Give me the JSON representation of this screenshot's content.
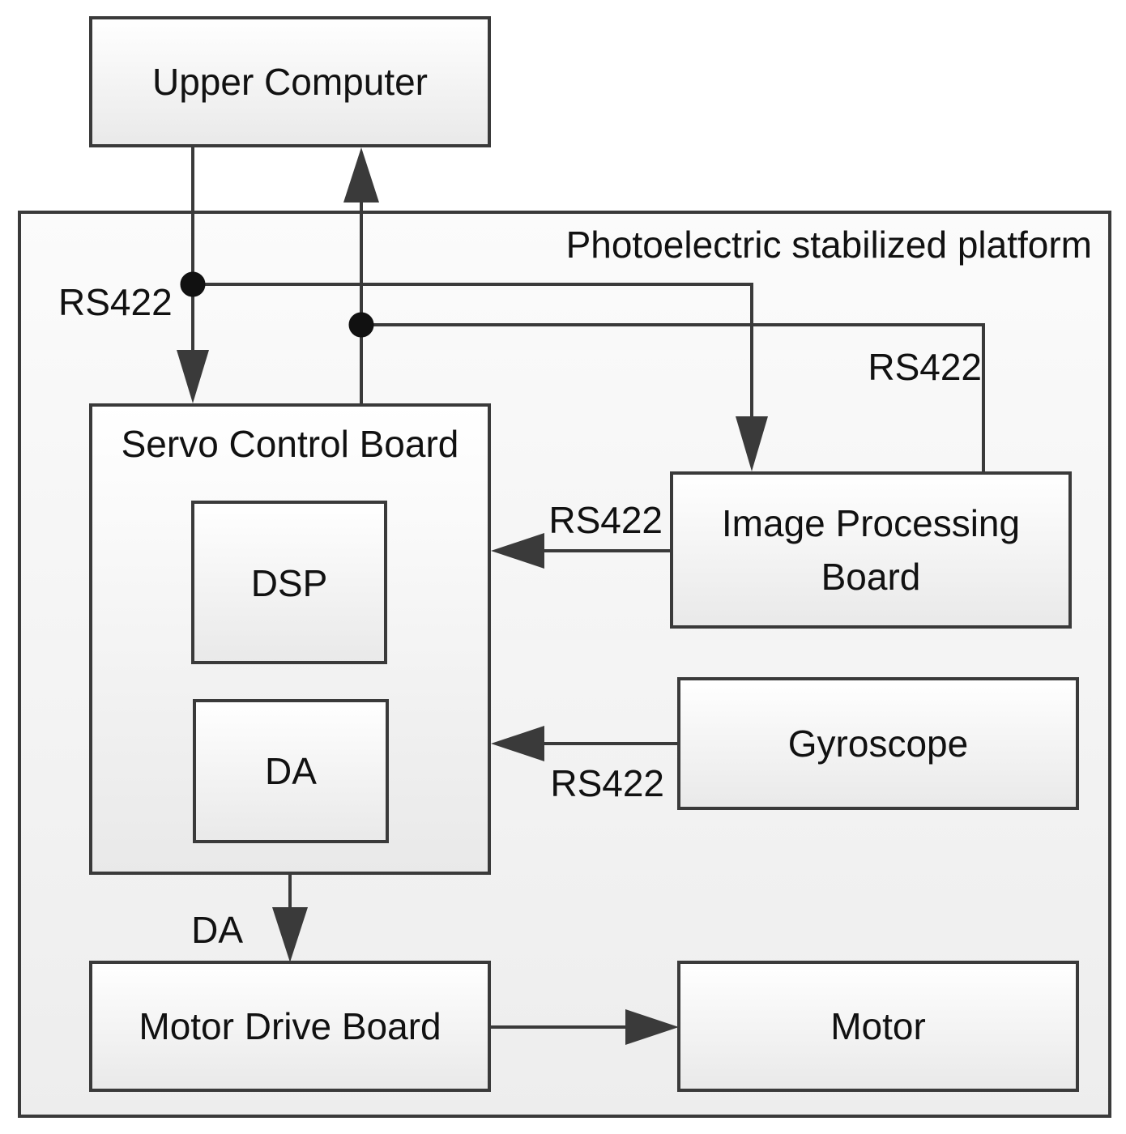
{
  "diagram": {
    "nodes": {
      "upper_computer": "Upper Computer",
      "platform": "Photoelectric stabilized platform",
      "servo_board": "Servo Control Board",
      "dsp": "DSP",
      "da_block": "DA",
      "image_board_line1": "Image Processing",
      "image_board_line2": "Board",
      "gyroscope": "Gyroscope",
      "motor_drive": "Motor Drive Board",
      "motor": "Motor"
    },
    "edge_labels": {
      "rs422_upper_to_servo": "RS422",
      "rs422_image_to_upper": "RS422",
      "rs422_image_to_servo": "RS422",
      "rs422_gyro_to_servo": "RS422",
      "da_servo_to_drive": "DA"
    },
    "colors": {
      "stroke": "#3a3a3a",
      "box_fill_top": "#ffffff",
      "box_fill_bottom": "#ebebeb",
      "text": "#111111"
    }
  }
}
